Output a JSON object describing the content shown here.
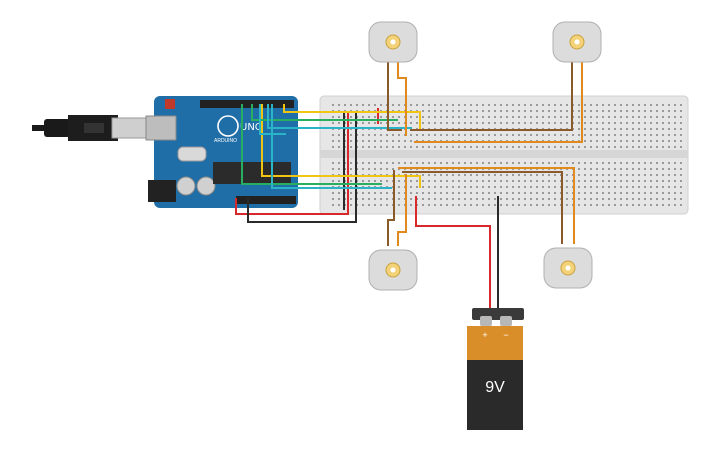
{
  "app": {
    "title": ""
  },
  "arduino": {
    "board_label": "UNO",
    "brand_label": "ARDUINO",
    "color": "#1f6ea8"
  },
  "battery": {
    "voltage_label": "9V",
    "plus_label": "+",
    "minus_label": "−",
    "body_color": "#2a2a2a",
    "cap_color": "#d98e2a"
  },
  "breadboard": {
    "color": "#e6e6e6"
  },
  "motors": [
    {
      "id": "motor-top-left"
    },
    {
      "id": "motor-top-right"
    },
    {
      "id": "motor-bottom-left"
    },
    {
      "id": "motor-bottom-right"
    }
  ],
  "wire_colors": {
    "red": "#d8282b",
    "black": "#2a2a2a",
    "yellow": "#f1c40f",
    "green": "#27ae60",
    "cyan": "#2bb3c8",
    "brown": "#8b5a2b",
    "orange": "#e08a1e"
  }
}
